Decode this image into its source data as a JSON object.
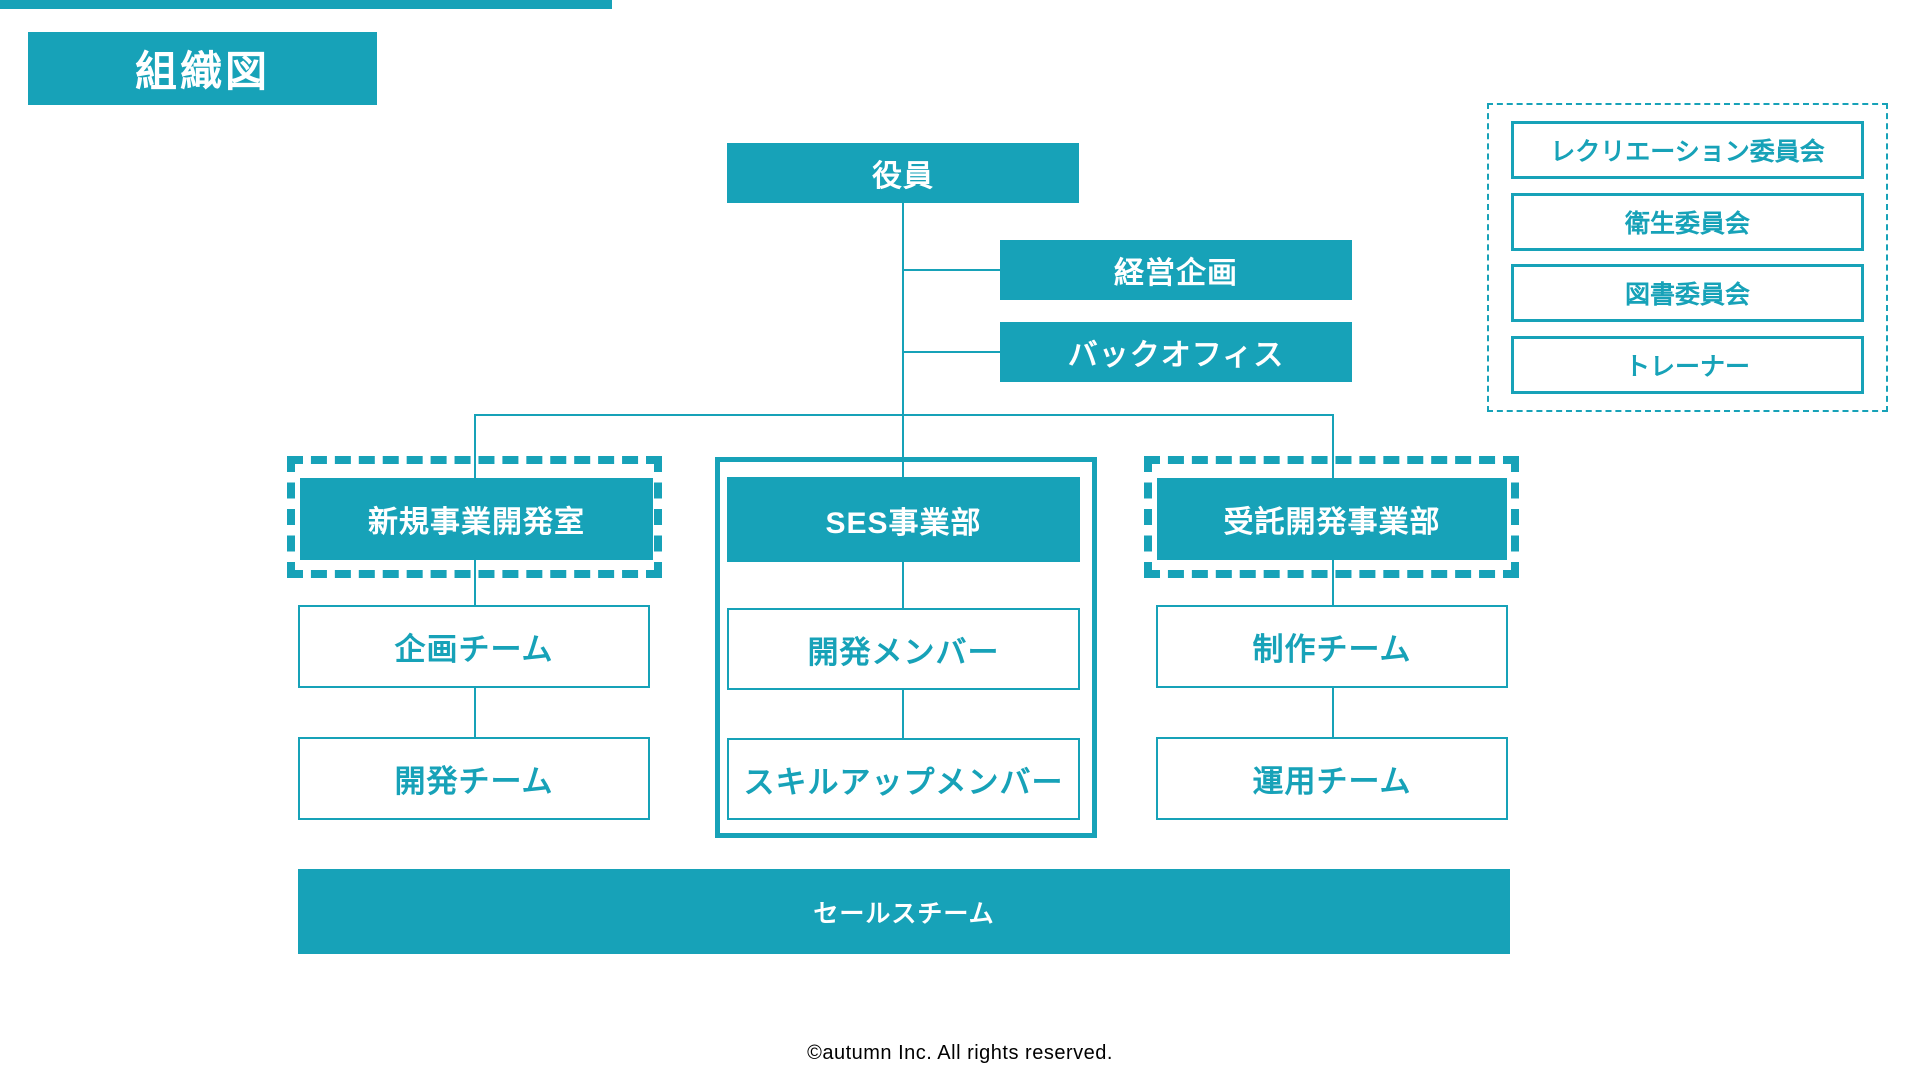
{
  "page": {
    "title": "組織図",
    "footer": "©autumn Inc. All rights reserved."
  },
  "colors": {
    "teal": "#17A2B8",
    "background": "#FFFFFF"
  },
  "org": {
    "root": "役員",
    "staff_units": [
      "経営企画",
      "バックオフィス"
    ],
    "branches": [
      {
        "name": "新規事業開発室",
        "frame": "dashed",
        "teams": [
          "企画チーム",
          "開発チーム"
        ]
      },
      {
        "name": "SES事業部",
        "frame": "solid",
        "teams": [
          "開発メンバー",
          "スキルアップメンバー"
        ]
      },
      {
        "name": "受託開発事業部",
        "frame": "dashed",
        "teams": [
          "制作チーム",
          "運用チーム"
        ]
      }
    ],
    "shared_team": "セールスチーム",
    "committees": [
      "レクリエーション委員会",
      "衛生委員会",
      "図書委員会",
      "トレーナー"
    ]
  }
}
